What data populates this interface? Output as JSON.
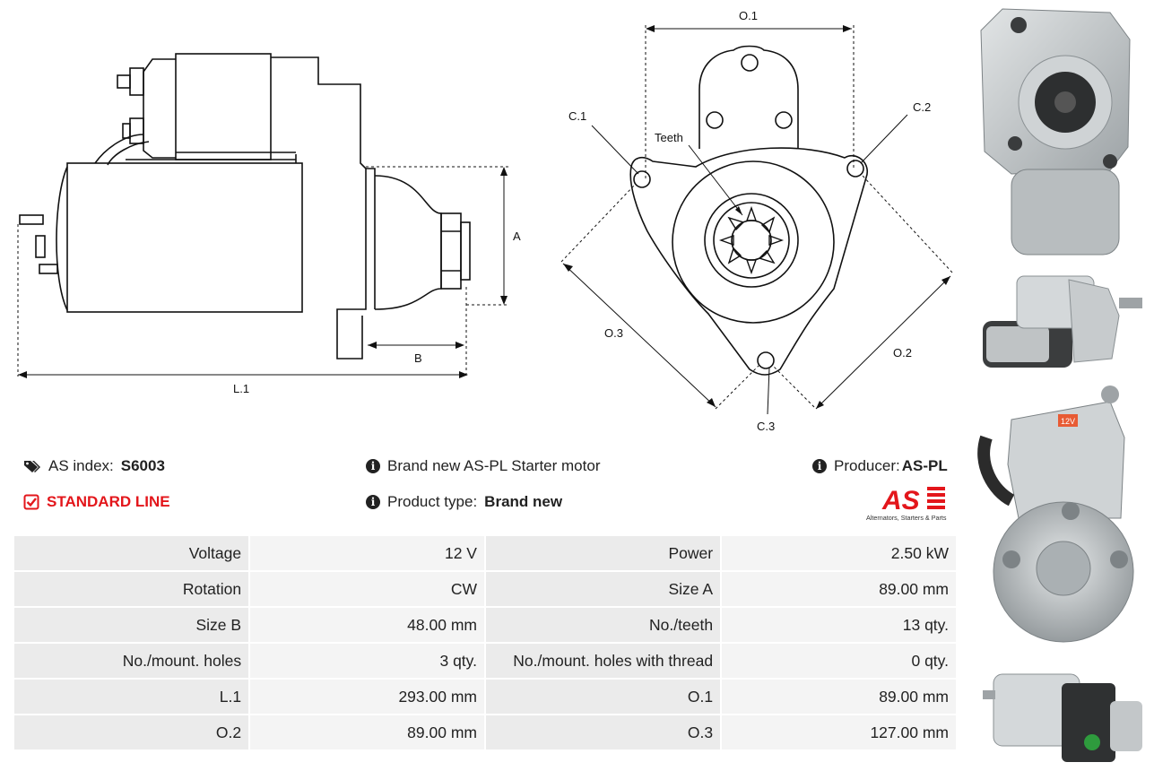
{
  "drawing_labels": {
    "l1": "L.1",
    "a": "A",
    "b": "B",
    "o1": "O.1",
    "o2": "O.2",
    "o3": "O.3",
    "c1": "C.1",
    "c2": "C.2",
    "c3": "C.3",
    "teeth": "Teeth"
  },
  "info": {
    "index_label": "AS index:",
    "index_value": "S6003",
    "line_label": "STANDARD LINE",
    "description": "Brand new AS-PL Starter motor",
    "product_type_label": "Product type:",
    "product_type_value": "Brand new",
    "producer_label": "Producer:",
    "producer_value": "AS-PL"
  },
  "logo": {
    "text": "AS",
    "tagline": "Alternators, Starters & Parts"
  },
  "photo_badge": "12V",
  "specs": [
    [
      "Voltage",
      "12 V",
      "Power",
      "2.50 kW"
    ],
    [
      "Rotation",
      "CW",
      "Size A",
      "89.00 mm"
    ],
    [
      "Size B",
      "48.00 mm",
      "No./teeth",
      "13 qty."
    ],
    [
      "No./mount. holes",
      "3 qty.",
      "No./mount. holes with thread",
      "0 qty."
    ],
    [
      "L.1",
      "293.00 mm",
      "O.1",
      "89.00 mm"
    ],
    [
      "O.2",
      "89.00 mm",
      "O.3",
      "127.00 mm"
    ]
  ],
  "colors": {
    "accent_red": "#e3161b",
    "cell_bg": "#ebebeb",
    "cell_value_bg": "#f4f4f4"
  }
}
